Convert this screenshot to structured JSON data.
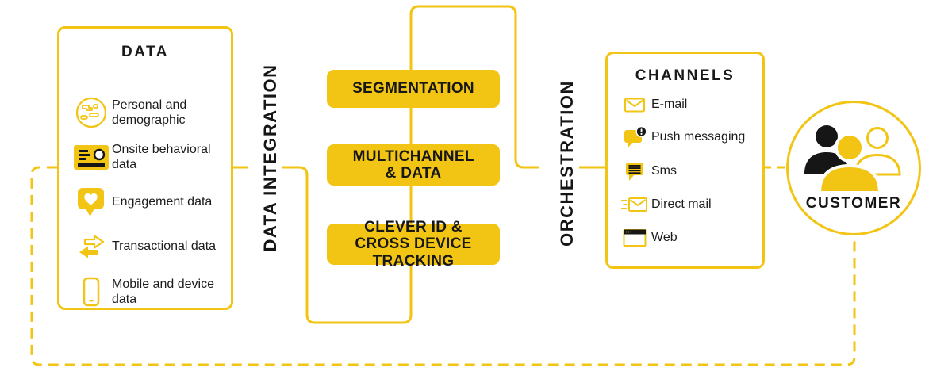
{
  "colors": {
    "yellow": "#F2C413",
    "black": "#161616",
    "white": "#ffffff"
  },
  "data_box": {
    "title": "DATA",
    "items": [
      {
        "icon": "globe-icon",
        "label": "Personal and demographic"
      },
      {
        "icon": "onsite-card-icon",
        "label": "Onsite behavioral data"
      },
      {
        "icon": "heart-bubble-icon",
        "label": "Engagement data"
      },
      {
        "icon": "transfer-arrows-icon",
        "label": "Transactional data"
      },
      {
        "icon": "smartphone-icon",
        "label": "Mobile and device data"
      }
    ]
  },
  "integration_label": "DATA INTEGRATION",
  "pipeline": {
    "segmentation": "SEGMENTATION",
    "multichannel": "MULTICHANNEL & DATA",
    "clever_id": "CLEVER ID & CROSS DEVICE TRACKING"
  },
  "orchestration_label": "ORCHESTRATION",
  "channels_box": {
    "title": "CHANNELS",
    "items": [
      {
        "icon": "email-icon",
        "label": "E-mail"
      },
      {
        "icon": "push-message-icon",
        "label": "Push messaging"
      },
      {
        "icon": "sms-bubble-icon",
        "label": "Sms"
      },
      {
        "icon": "direct-mail-icon",
        "label": "Direct mail"
      },
      {
        "icon": "web-browser-icon",
        "label": "Web"
      }
    ]
  },
  "customer": {
    "label": "CUSTOMER",
    "icon": "people-group-icon"
  }
}
